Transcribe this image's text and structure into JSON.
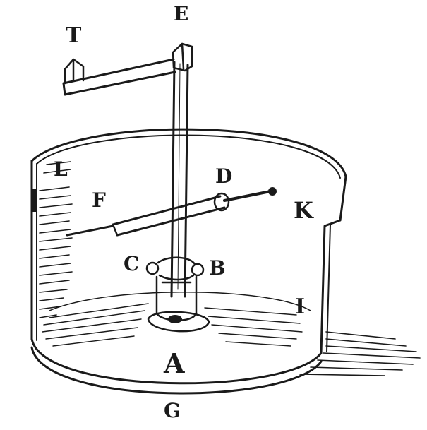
{
  "figure": {
    "labels": {
      "T": "T",
      "E": "E",
      "L": "L",
      "D": "D",
      "F": "F",
      "K": "K",
      "C": "C",
      "B": "B",
      "I": "I",
      "A": "A",
      "G": "G"
    },
    "colors": {
      "ink": "#1a1a1a",
      "paper": "#ffffff"
    }
  }
}
